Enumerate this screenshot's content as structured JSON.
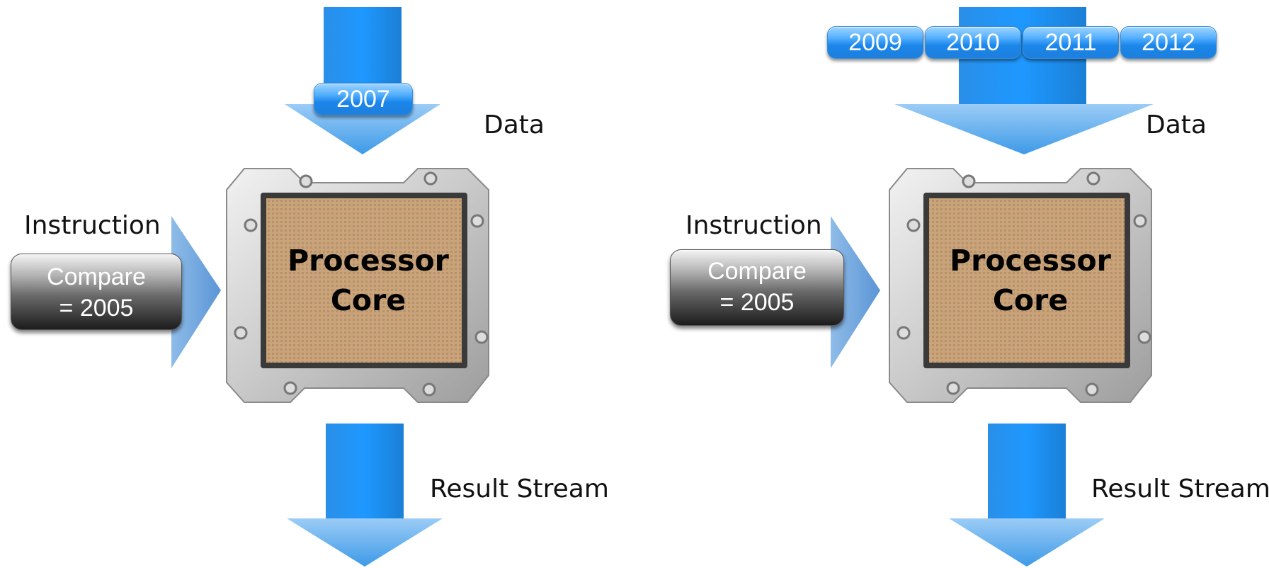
{
  "colors": {
    "arrow_blue": "#1f8ff0",
    "arrow_light": "#8ec3f3",
    "die": "#c8a277"
  },
  "left_panel": {
    "data_label": "Data",
    "instruction_label": "Instruction",
    "instruction_line1": "Compare",
    "instruction_line2": "= 2005",
    "core_line1": "Processor",
    "core_line2": "Core",
    "result_label": "Result Stream",
    "data_items": [
      "2007"
    ]
  },
  "right_panel": {
    "data_label": "Data",
    "instruction_label": "Instruction",
    "instruction_line1": "Compare",
    "instruction_line2": "= 2005",
    "core_line1": "Processor",
    "core_line2": "Core",
    "result_label": "Result Stream",
    "data_items": [
      "2009",
      "2010",
      "2011",
      "2012"
    ]
  }
}
